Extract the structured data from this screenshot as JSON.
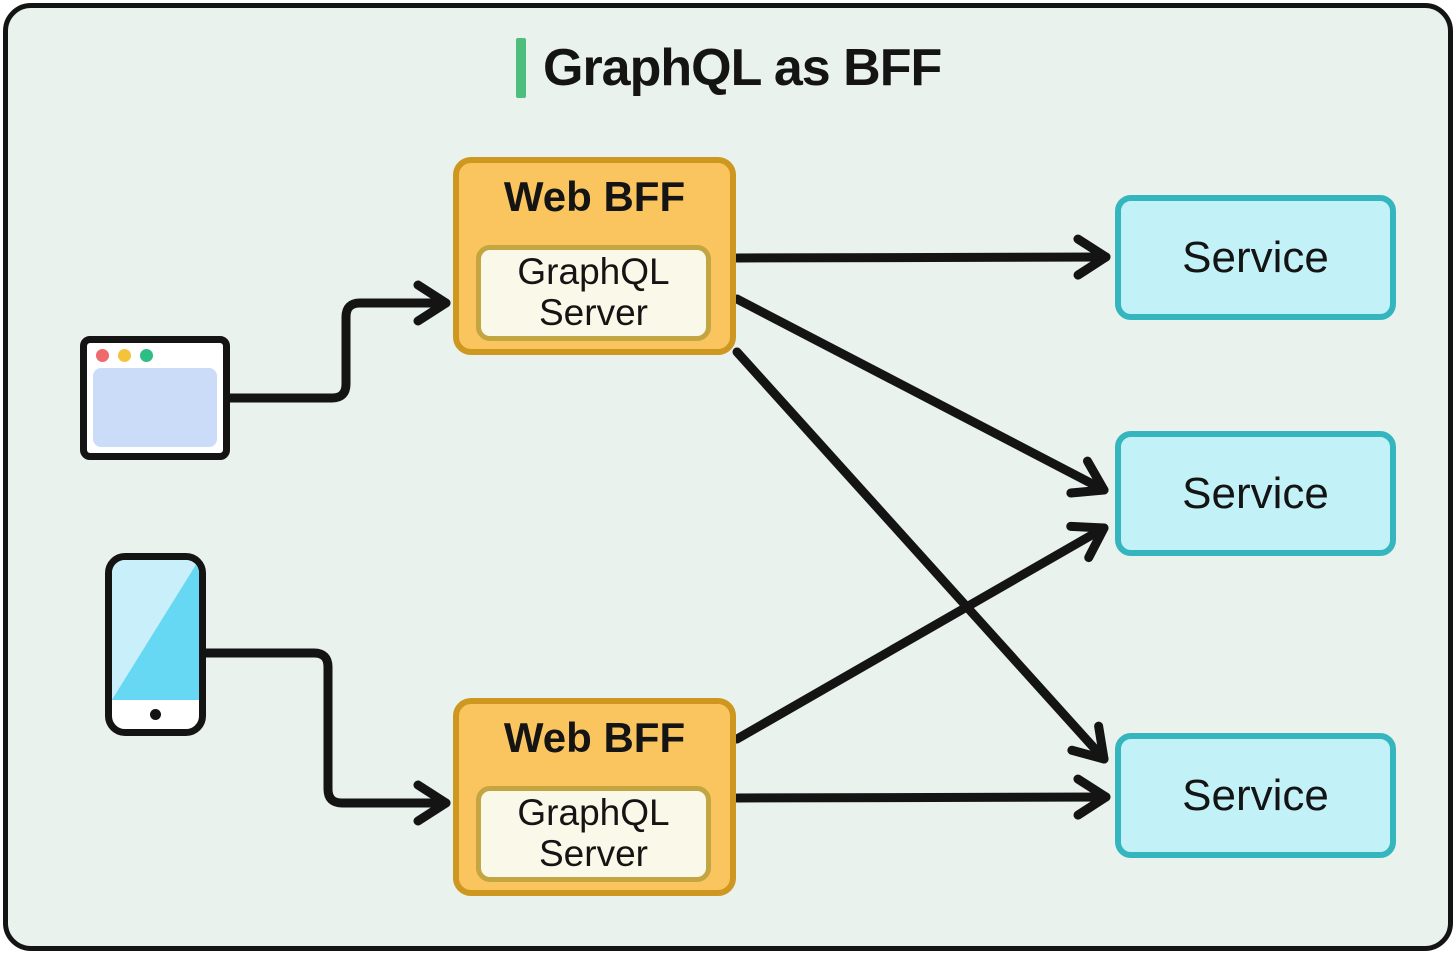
{
  "title": {
    "text": "GraphQL as BFF"
  },
  "icons": {
    "client_web": "browser-window-icon",
    "client_mobile": "smartphone-icon"
  },
  "nodes": {
    "web_bff_top": {
      "label": "Web BFF",
      "server_label": "GraphQL Server"
    },
    "web_bff_bottom": {
      "label": "Web BFF",
      "server_label": "GraphQL Server"
    },
    "services": [
      {
        "label": "Service"
      },
      {
        "label": "Service"
      },
      {
        "label": "Service"
      }
    ]
  },
  "edges": [
    {
      "from": "browser-client",
      "to": "web-bff-top"
    },
    {
      "from": "smartphone-client",
      "to": "web-bff-bottom"
    },
    {
      "from": "web-bff-top",
      "to": "service-1"
    },
    {
      "from": "web-bff-top",
      "to": "service-2"
    },
    {
      "from": "web-bff-top",
      "to": "service-3"
    },
    {
      "from": "web-bff-bottom",
      "to": "service-2"
    },
    {
      "from": "web-bff-bottom",
      "to": "service-3"
    }
  ],
  "colors": {
    "canvas_bg": "#E9F2ED",
    "ink": "#141414",
    "bff_fill": "#FAC55F",
    "bff_border": "#CE9720",
    "inner_fill": "#FAF8E8",
    "inner_border": "#C3A542",
    "service_fill": "#C2F2F7",
    "service_border": "#35B6BE",
    "accent_green": "#4DBE7E",
    "browser_dot_red": "#EE6A6C",
    "browser_dot_yellow": "#F5C33B",
    "browser_dot_green": "#2EBD85",
    "browser_content": "#CBDCF9",
    "phone_screen_light": "#C9F0FA",
    "phone_screen_dark": "#66D8F3"
  }
}
